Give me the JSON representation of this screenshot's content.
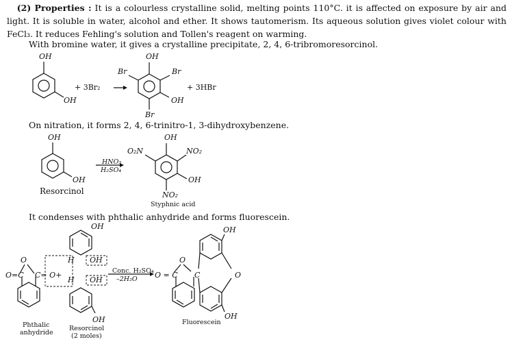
{
  "para1": {
    "intro": "(2) Properties :",
    "text": "It is a colourless crystalline solid, melting points 110°C. it is affected on exposure by air and light. It is soluble in water, alcohol and ether. It shows tautomerism. Its aqueous solution gives violet colour with FeCl₃. It reduces Fehling's solution and Tollen's reagent on warming."
  },
  "bromine": {
    "sentence": "With bromine water, it gives a crystalline precipitate, 2, 4, 6-tribromoresorcinol.",
    "oh_top_left": "OH",
    "oh_top_right": "OH",
    "oh_left": "OH",
    "oh_right": "OH",
    "reagent": "+ 3Br₂",
    "byproduct": "+ 3HBr",
    "br_left": "Br",
    "br_right": "Br",
    "br_bottom": "Br"
  },
  "nitration": {
    "sentence": "On nitration, it forms 2, 4, 6-trinitro-1, 3-dihydroxybenzene.",
    "oh_top_left": "OH",
    "oh_top_right": "OH",
    "oh_left": "OH",
    "oh_right": "OH",
    "reagent_top": "HNO₃",
    "reagent_bottom": "H₂SO₄",
    "no2_left": "O₂N",
    "no2_right": "NO₂",
    "no2_bottom": "NO₂",
    "name_left": "Resorcinol",
    "name_right": "Styphnic acid"
  },
  "phthalic": {
    "sentence": "It condenses with phthalic anhydride and forms fluorescein.",
    "oh_top": "OH",
    "oh_top_right": "OH",
    "h_top": "H",
    "oh_mid": "OH",
    "h_bot": "H",
    "oh_bot": "OH",
    "oh_bottom": "OH",
    "oh_product": "OH",
    "o_left": "O",
    "o_c_left": "O=C",
    "c_o_plus": "C= O+",
    "reagent_top": "Conc. H₂SO₄",
    "reagent_bottom": "–2H₂O",
    "o_arrow": "O = C",
    "o_prod_top": "O",
    "o_prod_c": "C",
    "o_prod_right": "O",
    "name_phthalic_1": "Phthalic",
    "name_phthalic_2": "anhydride",
    "name_resorcinol_1": "Resorcinol",
    "name_resorcinol_2": "(2 moles)",
    "name_fluorescein": "Fluorescein"
  }
}
